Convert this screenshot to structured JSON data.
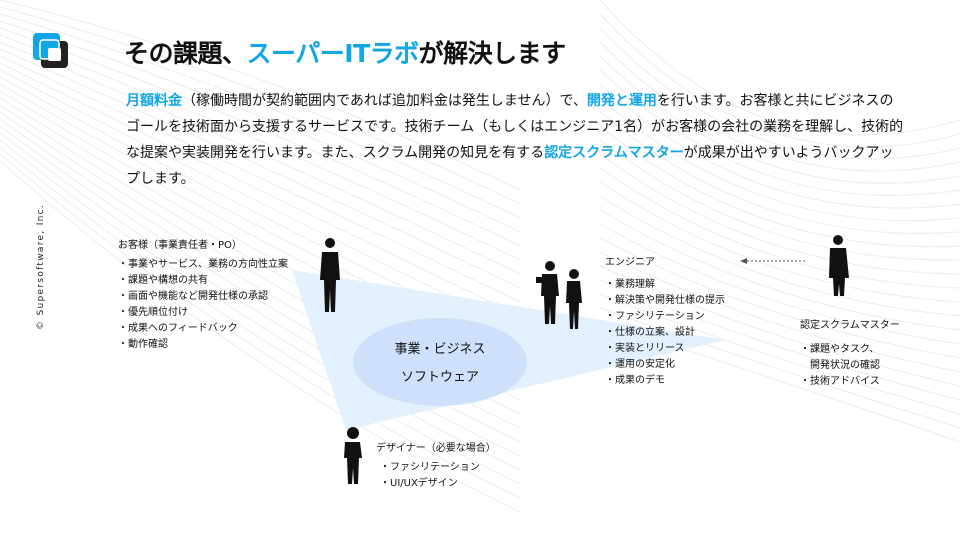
{
  "title": {
    "pre": "その課題、",
    "accent": "スーパーITラボ",
    "post": "が解決します"
  },
  "description": [
    {
      "text": "月額料金",
      "accent": true
    },
    {
      "text": "（稼働時間が契約範囲内であれば追加料金は発生しません）で、",
      "accent": false
    },
    {
      "text": "開発と運用",
      "accent": true
    },
    {
      "text": "を行います。お客様と共にビジネスのゴールを技術面から支援するサービスです。技術チーム（もしくはエンジニア1名）がお客様の会社の業務を理解し、技術的な提案や実装開発を行います。また、スクラム開発の知見を有する",
      "accent": false
    },
    {
      "text": "認定スクラムマスター",
      "accent": true
    },
    {
      "text": "が成果が出やすいようバックアップします。",
      "accent": false
    }
  ],
  "copyright": "© Supersoftware, Inc.",
  "customer": {
    "heading": "お客様（事業責任者・PO）",
    "items": [
      "事業やサービス、業務の方向性立案",
      "課題や構想の共有",
      "画面や機能など開発仕様の承認",
      "優先順位付け",
      "成果へのフィードバック",
      "動作確認"
    ]
  },
  "engineer": {
    "heading": "エンジニア",
    "items": [
      "業務理解",
      "解決策や開発仕様の提示",
      "ファシリテーション",
      "仕様の立案、設計",
      "実装とリリース",
      "運用の安定化",
      "成果のデモ"
    ]
  },
  "scrum_master": {
    "heading": "認定スクラムマスター",
    "items": [
      "課題やタスク、",
      "開発状況の確認",
      "技術アドバイス"
    ]
  },
  "designer": {
    "heading": "デザイナー（必要な場合）",
    "items": [
      "ファシリテーション",
      "UI/UXデザイン"
    ]
  },
  "center": {
    "line1": "事業・ビジネス",
    "line2": "ソフトウェア"
  },
  "colors": {
    "accent": "#12a6e6",
    "triangle": "#e3f0fd",
    "ellipse": "#cfe1fa",
    "dark": "#222222"
  }
}
